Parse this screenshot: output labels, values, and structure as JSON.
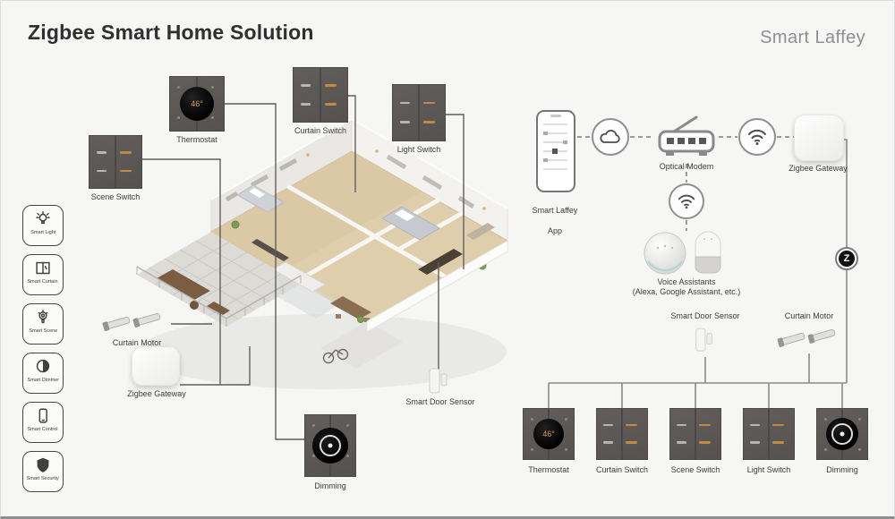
{
  "header": {
    "title": "Zigbee Smart Home Solution",
    "brand": "Smart Laffey"
  },
  "sidebar": {
    "items": [
      {
        "label": "Smart Light"
      },
      {
        "label": "Smart Curtain"
      },
      {
        "label": "Smart Scene"
      },
      {
        "label": "Smart Dimmer"
      },
      {
        "label": "Smart Control"
      },
      {
        "label": "Smart Security"
      }
    ]
  },
  "floorplan": {
    "thermostat_label": "Thermostat",
    "thermostat_display": "46°",
    "curtain_switch_label": "Curtain Switch",
    "light_switch_label": "Light Switch",
    "scene_switch_label": "Scene Switch",
    "curtain_motor_label": "Curtain Motor",
    "gateway_label": "Zigbee Gateway",
    "door_sensor_label": "Smart Door Sensor",
    "dimming_label": "Dimming"
  },
  "network": {
    "app_line1": "Smart Laffey",
    "app_line2": "App",
    "modem_label": "Optical Modem",
    "gateway_label": "Zigbee Gateway",
    "voice_line1": "Voice Assistants",
    "voice_line2": "(Alexa, Google Assistant, etc.)",
    "door_sensor_label": "Smart Door Sensor",
    "curtain_motor_label": "Curtain Motor",
    "zigbee_badge": "Z",
    "devices": [
      {
        "label": "Thermostat"
      },
      {
        "label": "Curtain Switch"
      },
      {
        "label": "Scene Switch"
      },
      {
        "label": "Light Switch"
      },
      {
        "label": "Dimming"
      }
    ]
  },
  "colors": {
    "accent_orange": "#c08a45",
    "panel_dark": "#595755",
    "line": "#5f5f5f",
    "dashed": "#9b9b9b"
  }
}
